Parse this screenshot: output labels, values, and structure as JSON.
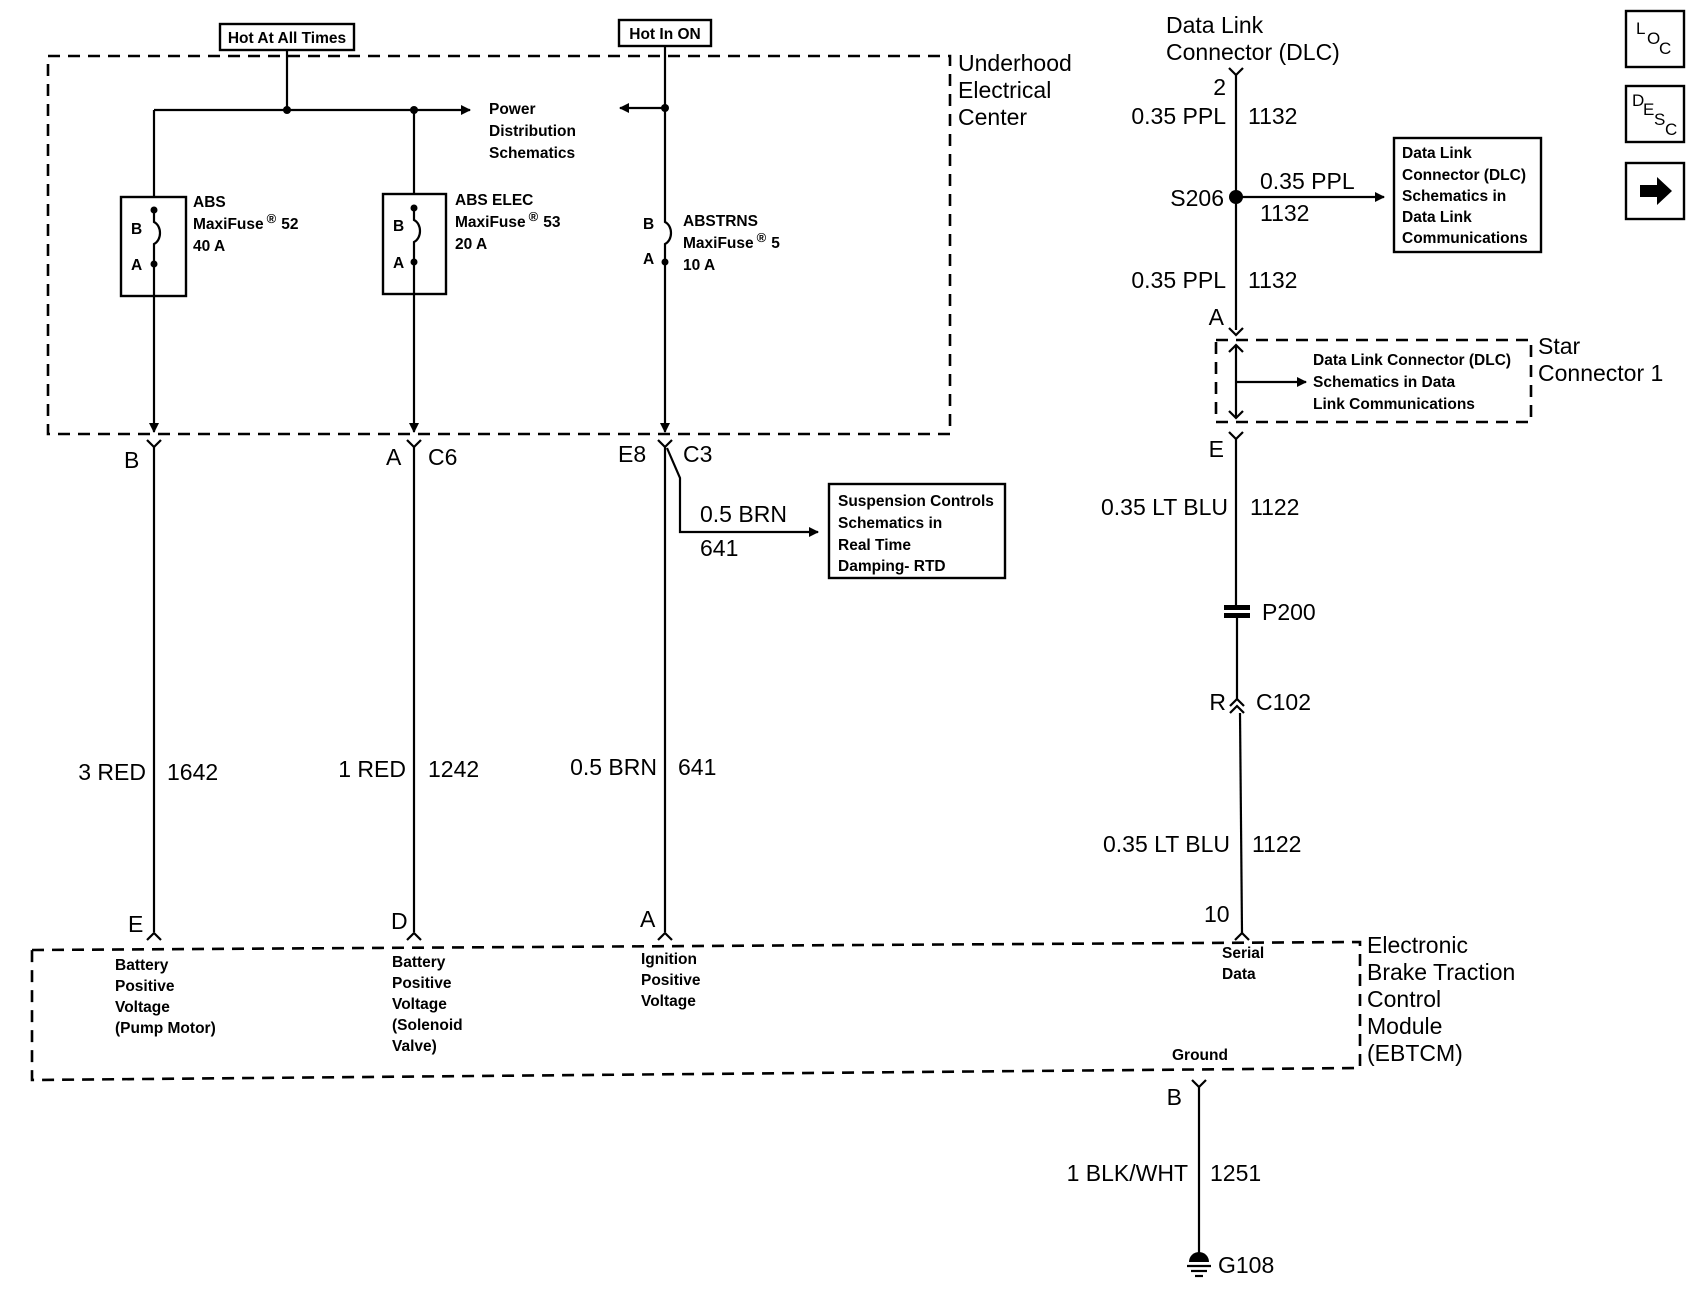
{
  "headers": {
    "hot_at_all_times": "Hot At All Times",
    "hot_in_on": "Hot In ON"
  },
  "uec": {
    "line1": "Underhood",
    "line2": "Electrical",
    "line3": "Center"
  },
  "power_dist": {
    "line1": "Power",
    "line2": "Distribution",
    "line3": "Schematics"
  },
  "fuses": [
    {
      "name": "ABS",
      "type": "MaxiFuse",
      "reg": "®",
      "number": "52",
      "rating": "40 A",
      "pin_b": "B",
      "pin_a": "A"
    },
    {
      "name": "ABS ELEC",
      "type": "MaxiFuse",
      "reg": "®",
      "number": "53",
      "rating": "20 A",
      "pin_b": "B",
      "pin_a": "A"
    },
    {
      "name": "ABSTRNS",
      "type": "MaxiFuse",
      "reg": "®",
      "number": "5",
      "rating": "10 A",
      "pin_b": "B",
      "pin_a": "A"
    }
  ],
  "connectors": {
    "c1_pin": "B",
    "c6_pin": "A",
    "c6": "C6",
    "c3_pin": "E8",
    "c3": "C3"
  },
  "rtd_branch": {
    "wire": "0.5 BRN",
    "circuit": "641"
  },
  "rtd_box": {
    "line1": "Suspension Controls",
    "line2": "Schematics in",
    "line3": "Real Time",
    "line4": "Damping- RTD"
  },
  "wires": [
    {
      "gauge": "3 RED",
      "circuit": "1642"
    },
    {
      "gauge": "1 RED",
      "circuit": "1242"
    },
    {
      "gauge": "0.5 BRN",
      "circuit": "641"
    }
  ],
  "module_pins": [
    {
      "pin": "E",
      "l1": "Battery",
      "l2": "Positive",
      "l3": "Voltage",
      "l4": "(Pump Motor)"
    },
    {
      "pin": "D",
      "l1": "Battery",
      "l2": "Positive",
      "l3": "Voltage",
      "l4": "(Solenoid",
      "l5": "Valve)"
    },
    {
      "pin": "A",
      "l1": "Ignition",
      "l2": "Positive",
      "l3": "Voltage"
    },
    {
      "pin": "10",
      "l1": "Serial",
      "l2": "Data"
    }
  ],
  "module": {
    "line1": "Electronic",
    "line2": "Brake Traction",
    "line3": "Control",
    "line4": "Module",
    "line5": "(EBTCM)",
    "ground_label": "Ground"
  },
  "dlc": {
    "line1": "Data Link",
    "line2": "Connector (DLC)",
    "pin": "2"
  },
  "dlc_wires": {
    "top_gauge": "0.35 PPL",
    "top_circuit": "1132",
    "splice": "S206",
    "branch_gauge": "0.35 PPL",
    "branch_circuit": "1132",
    "mid_gauge": "0.35 PPL",
    "mid_circuit": "1132",
    "star_pin_a": "A",
    "star_pin_e": "E",
    "lower_gauge": "0.35 LT BLU",
    "lower_circuit": "1122",
    "p200": "P200",
    "c102_pin": "R",
    "c102": "C102",
    "bottom_gauge": "0.35 LT BLU",
    "bottom_circuit": "1122"
  },
  "dlc_box": {
    "line1": "Data Link",
    "line2": "Connector (DLC)",
    "line3": "Schematics in",
    "line4": "Data Link",
    "line5": "Communications"
  },
  "star": {
    "line1": "Star",
    "line2": "Connector 1"
  },
  "star_box": {
    "line1": "Data Link Connector (DLC)",
    "line2": "Schematics in Data",
    "line3": "Link Communications"
  },
  "ground": {
    "pin": "B",
    "gauge": "1 BLK/WHT",
    "circuit": "1251",
    "ground_id": "G108"
  },
  "nav": {
    "loc": {
      "l": "L",
      "o": "O",
      "c": "C"
    },
    "desc": {
      "d": "D",
      "e": "E",
      "s": "S",
      "c": "C"
    },
    "next_icon": "right-arrow-icon"
  }
}
